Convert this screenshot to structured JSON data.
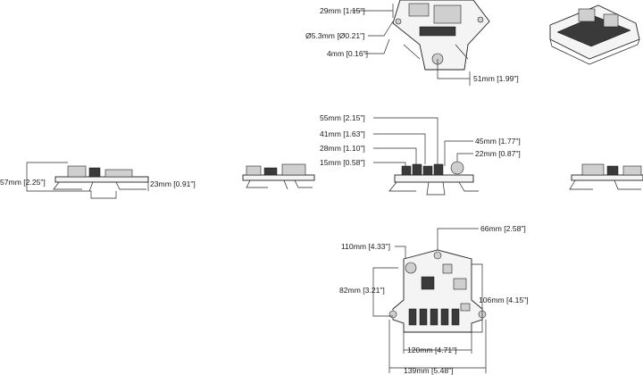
{
  "labels": {
    "top_h": "29mm [1.15\"]",
    "top_hole": "Ø5.3mm [Ø0.21\"]",
    "top_4": "4mm [0.16\"]",
    "top_51": "51mm [1.99\"]",
    "left_57": "57mm [2.25\"]",
    "left_23": "23mm [0.91\"]",
    "front_55": "55mm [2.15\"]",
    "front_41": "41mm [1.63\"]",
    "front_28": "28mm [1.10\"]",
    "front_15": "15mm [0.58\"]",
    "front_45": "45mm [1.77\"]",
    "front_22": "22mm [0.87\"]",
    "bot_66": "66mm [2.58\"]",
    "bot_110": "110mm [4.33\"]",
    "bot_82": "82mm [3.21\"]",
    "bot_106": "106mm [4.15\"]",
    "bot_120": "120mm [4.71\"]",
    "bot_139": "139mm [5.48\"]"
  }
}
